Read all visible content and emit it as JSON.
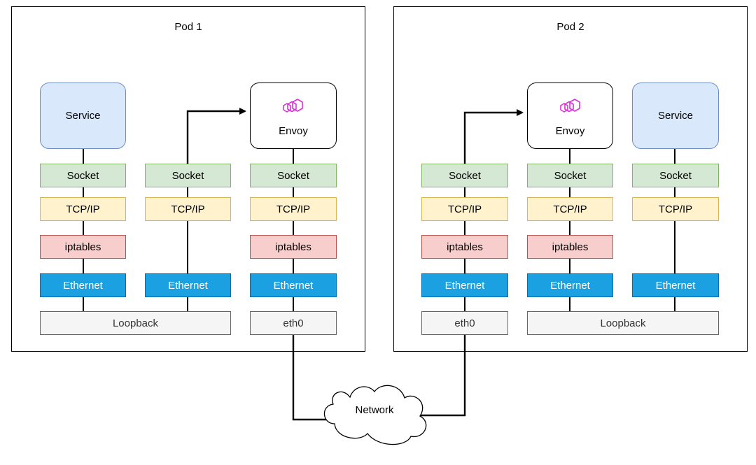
{
  "pods": [
    {
      "title": "Pod 1",
      "stacks": [
        {
          "top": {
            "kind": "service",
            "label": "Service"
          },
          "layers": {
            "socket": "Socket",
            "tcp": "TCP/IP",
            "iptables": "iptables",
            "ethernet": "Ethernet"
          }
        },
        {
          "top": null,
          "layers": {
            "socket": "Socket",
            "tcp": "TCP/IP",
            "ethernet": "Ethernet"
          }
        },
        {
          "top": {
            "kind": "envoy",
            "label": "Envoy"
          },
          "layers": {
            "socket": "Socket",
            "tcp": "TCP/IP",
            "iptables": "iptables",
            "ethernet": "Ethernet"
          }
        }
      ],
      "devices": [
        "Loopback",
        "eth0"
      ]
    },
    {
      "title": "Pod 2",
      "stacks": [
        {
          "top": null,
          "layers": {
            "socket": "Socket",
            "tcp": "TCP/IP",
            "iptables": "iptables",
            "ethernet": "Ethernet"
          }
        },
        {
          "top": {
            "kind": "envoy",
            "label": "Envoy"
          },
          "layers": {
            "socket": "Socket",
            "tcp": "TCP/IP",
            "iptables": "iptables",
            "ethernet": "Ethernet"
          }
        },
        {
          "top": {
            "kind": "service",
            "label": "Service"
          },
          "layers": {
            "socket": "Socket",
            "tcp": "TCP/IP",
            "ethernet": "Ethernet"
          }
        }
      ],
      "devices": [
        "eth0",
        "Loopback"
      ]
    }
  ],
  "network": {
    "label": "Network"
  },
  "colors": {
    "socket": "#d5e8d4",
    "tcp": "#fff2cc",
    "iptables": "#f8cecc",
    "ethernet": "#1ba1e2",
    "service": "#dae8fc",
    "device": "#f5f5f5",
    "envoy_logo": "#d633d6"
  },
  "icons": {
    "envoy_logo": "envoy-logo-icon",
    "network": "cloud-icon"
  }
}
